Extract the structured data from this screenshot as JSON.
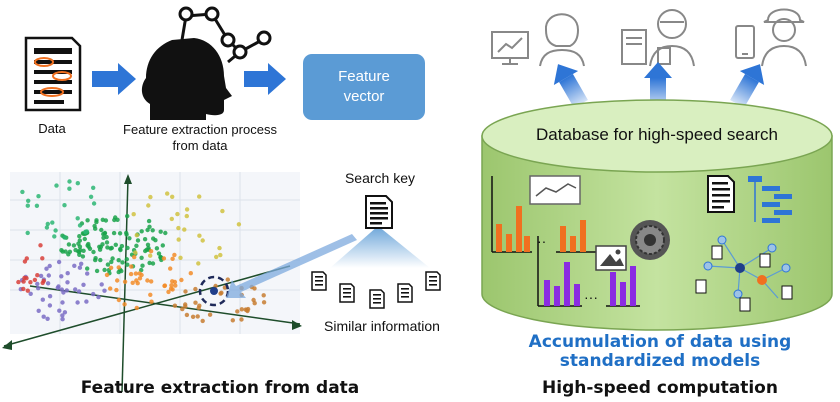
{
  "left": {
    "data_label": "Data",
    "process_label": "Feature extraction process\nfrom data",
    "feature_vector": "Feature\nvector",
    "search_key": "Search key",
    "similar_info": "Similar information",
    "caption": "Feature extraction from data"
  },
  "right": {
    "database_label": "Database for high-speed search",
    "accumulation": "Accumulation of data using\nstandardized models",
    "caption": "High-speed computation"
  },
  "colors": {
    "arrow_blue": "#2e75d6",
    "box_blue": "#5b9bd5",
    "cylinder_green": "#b5d98c",
    "bar_orange": "#f07020",
    "bar_purple": "#8a2be2",
    "caption_blue": "#1f6fc5"
  }
}
